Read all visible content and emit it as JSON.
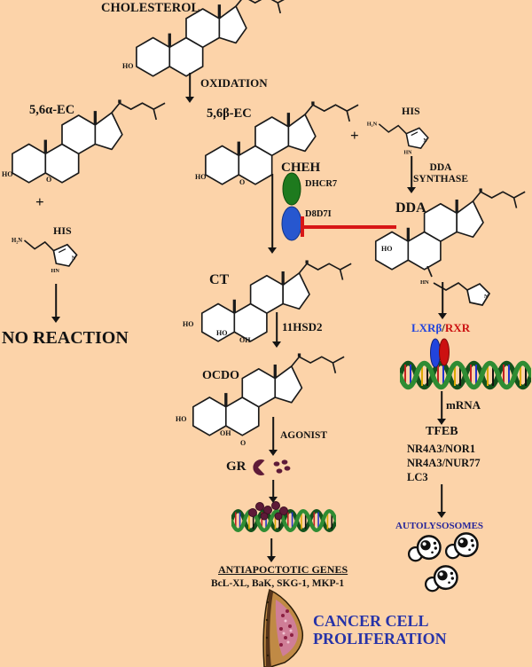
{
  "top": {
    "cholesterol_label": "CHOLESTEROL",
    "oxidation_label": "OXIDATION"
  },
  "left_branch": {
    "epoxide_label": "5,6α-EC",
    "plus_sign": "+",
    "his_label": "HIS",
    "no_reaction_label": "NO REACTION"
  },
  "center_branch": {
    "epoxide_label": "5,6β-EC",
    "cheh_label": "CHEH",
    "dhcr7_label": "DHCR7",
    "d8d7i_label": "D8D7I",
    "ct_label": "CT",
    "enzyme_11hsd2_label": "11HSD2",
    "ocdo_label": "OCDO",
    "agonist_label": "AGONIST",
    "gr_label": "GR",
    "antiapoptotic_title": "ANTIAPOCTOTIC GENES",
    "antiapoptotic_genes": "BcL-XL, BaK, SKG-1, MKP-1"
  },
  "right_branch": {
    "plus_sign": "+",
    "his_label": "HIS",
    "dda_synthase_line1": "DDA",
    "dda_synthase_line2": "SYNTHASE",
    "dda_label": "DDA",
    "lxrb_label": "LXRβ",
    "separator": "/",
    "rxr_label": "RXR",
    "mrna_label": "mRNA",
    "tfeb_label": "TFEB",
    "nor1_label": "NR4A3/NOR1",
    "nur77_label": "NR4A3/NUR77",
    "lc3_label": "LC3",
    "autolysosomes_label": "AUTOLYSOSOMES"
  },
  "outcome": {
    "line1": "CANCER CELL",
    "line2": "PROLIFERATION"
  },
  "chem": {
    "ho": "HO",
    "oh": "OH",
    "o": "O",
    "h2n": "H₂N",
    "hn": "HN",
    "n": "N"
  },
  "colors": {
    "background": "#fcd3a9",
    "text": "#131313",
    "inhibition_red": "#d81616",
    "dhcr7_green": "#1e7a1e",
    "d8d7i_blue": "#2757cf",
    "lxr_blue": "#2244dd",
    "rxr_red": "#cc1111",
    "gr_maroon": "#5e1a38",
    "outcome_blue": "#2733a8",
    "autolysosome_navy": "#26269a"
  }
}
